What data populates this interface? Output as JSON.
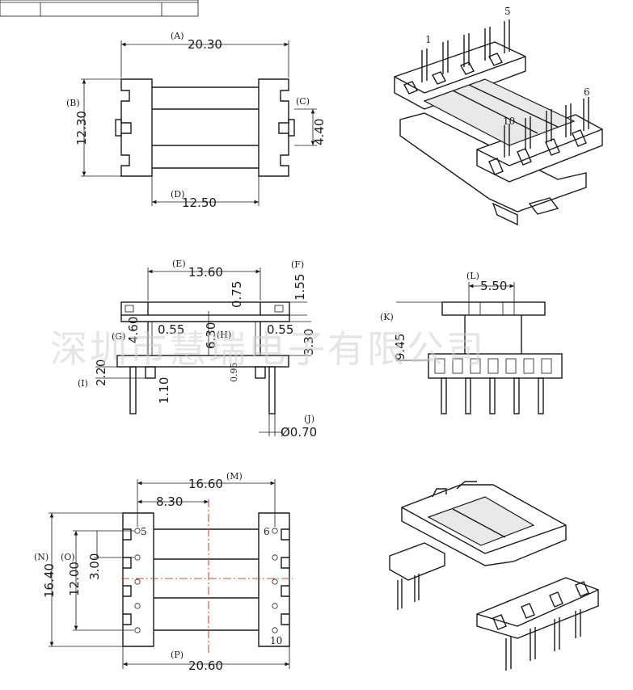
{
  "title_block": {
    "cells": [
      "",
      "",
      ""
    ]
  },
  "watermark": "深圳市慧瑞电子有限公司",
  "dimensions": {
    "A": {
      "tag": "(A)",
      "value": "20.30"
    },
    "B": {
      "tag": "(B)",
      "value": "12.30"
    },
    "C": {
      "tag": "(C)",
      "value": "4.40"
    },
    "D": {
      "tag": "(D)",
      "value": "12.50"
    },
    "E": {
      "tag": "(E)",
      "value": "13.60"
    },
    "F": {
      "tag": "(F)",
      "value": "1.55"
    },
    "G": {
      "tag": "(G)",
      "value": "4.60"
    },
    "H": {
      "tag": "(H)",
      "value": "6.30"
    },
    "I": {
      "tag": "(I)",
      "value": "2.20"
    },
    "J": {
      "tag": "(J)",
      "value": "Ø0.70"
    },
    "K": {
      "tag": "(K)",
      "value": "9.45"
    },
    "L": {
      "tag": "(L)",
      "value": "5.50"
    },
    "M": {
      "tag": "(M)",
      "value": "16.60"
    },
    "N": {
      "tag": "(N)",
      "value": "16.40"
    },
    "O": {
      "tag": "(O)",
      "value": "12.00"
    },
    "P": {
      "tag": "(P)",
      "value": "20.60"
    }
  },
  "side_view": {
    "gap_top": "0.75",
    "gap_left": "0.55",
    "gap_right": "0.55",
    "height_right": "3.30",
    "pin_offset": "1.10",
    "flange": "0.95"
  },
  "bottom_view": {
    "half_width": "8.30",
    "pitch": "3.00"
  },
  "pin_numbers": {
    "iso_first": "1",
    "iso_fifth": "5",
    "iso_sixth": "6",
    "iso_tenth": "10",
    "bottom_five": "5",
    "bottom_six": "6",
    "bottom_ten": "10"
  }
}
